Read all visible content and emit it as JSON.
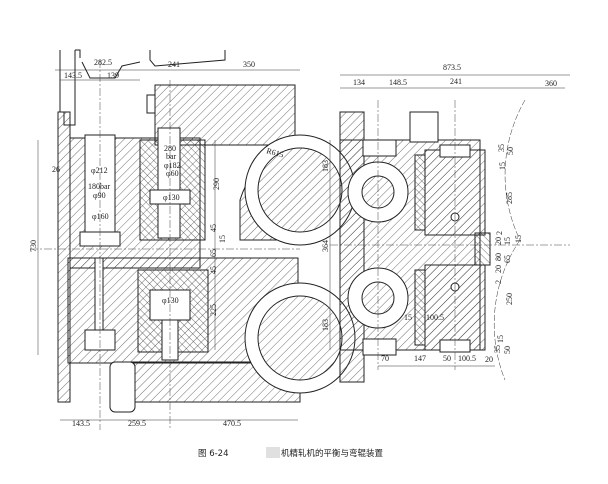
{
  "figure": {
    "number": "图 6-24",
    "caption": "机精轧机的平衡与弯辊装置"
  },
  "left_view": {
    "dims": [
      "282.5",
      "143.5",
      "139",
      "241",
      "350",
      "R615",
      "280",
      "bar",
      "φ182",
      "φ60",
      "φ130",
      "φ212",
      "180bar",
      "φ90",
      "φ160",
      "26",
      "290",
      "45",
      "15",
      "730",
      "65",
      "45",
      "225",
      "φ130",
      "143.5",
      "259.5",
      "470.5"
    ]
  },
  "right_view": {
    "dims": [
      "873.5",
      "134",
      "148.5",
      "241",
      "360",
      "183",
      "364",
      "183",
      "35",
      "50",
      "15",
      "285",
      "2",
      "20",
      "15",
      "15",
      "80",
      "65",
      "20",
      "2",
      "250",
      "15",
      "35",
      "50",
      "15",
      "100.5",
      "70",
      "147",
      "50",
      "100.5",
      "20"
    ]
  }
}
